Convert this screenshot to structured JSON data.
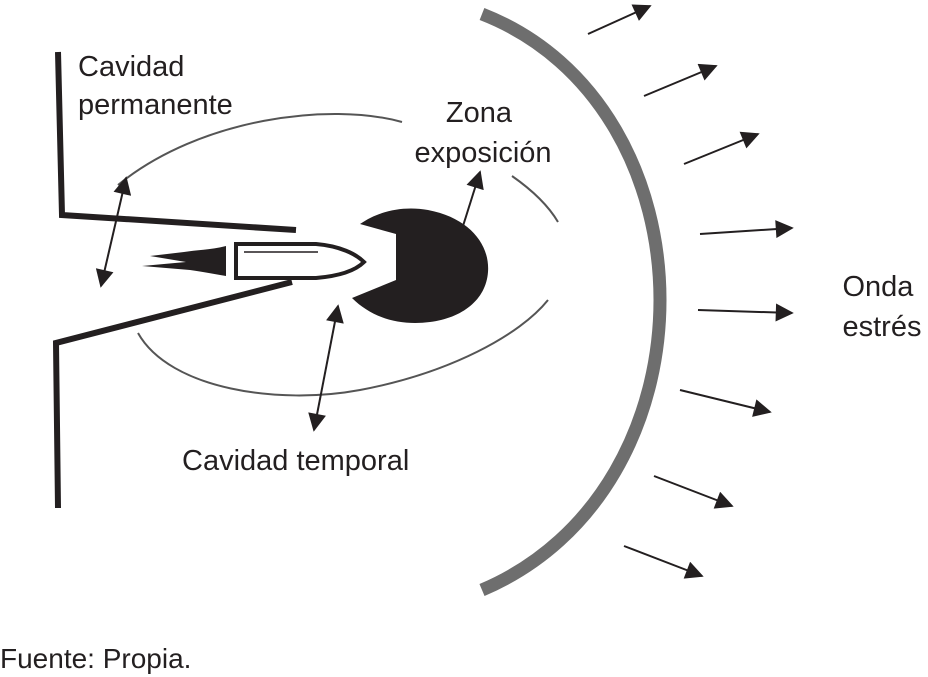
{
  "labels": {
    "permanent_cavity": [
      "Cavidad",
      "permanente"
    ],
    "exposure_zone": [
      "Zona",
      "exposición"
    ],
    "stress_wave": [
      "Onda",
      "estrés"
    ],
    "temporary_cavity": "Cavidad temporal"
  },
  "source_note": "Fuente: Propia.",
  "colors": {
    "ink": "#231f20",
    "wave_front": "#6e6e6e",
    "thin_line": "#555555"
  }
}
